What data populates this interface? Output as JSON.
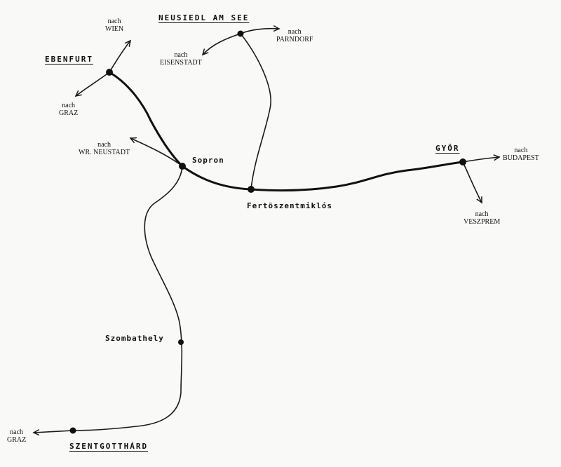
{
  "stations": {
    "ebenfurt": "EBENFURT",
    "neusiedl": "NEUSIEDL AM SEE",
    "sopron": "Sopron",
    "fertoszentmiklos": "Fertöszentmiklós",
    "gyor": "GYÖR",
    "szombathely": "Szombathely",
    "szentgotthard": "SZENTGOTTHÁRD"
  },
  "directions": {
    "prefix": "nach",
    "wien": "WIEN",
    "graz_north": "GRAZ",
    "wr_neustadt": "WR. NEUSTADT",
    "eisenstadt": "EISENSTADT",
    "parndorf": "PARNDORF",
    "budapest": "BUDAPEST",
    "veszprem": "VESZPREM",
    "graz_south": "GRAZ"
  },
  "colors": {
    "line": "#111111",
    "paper": "#f9f9f7"
  }
}
